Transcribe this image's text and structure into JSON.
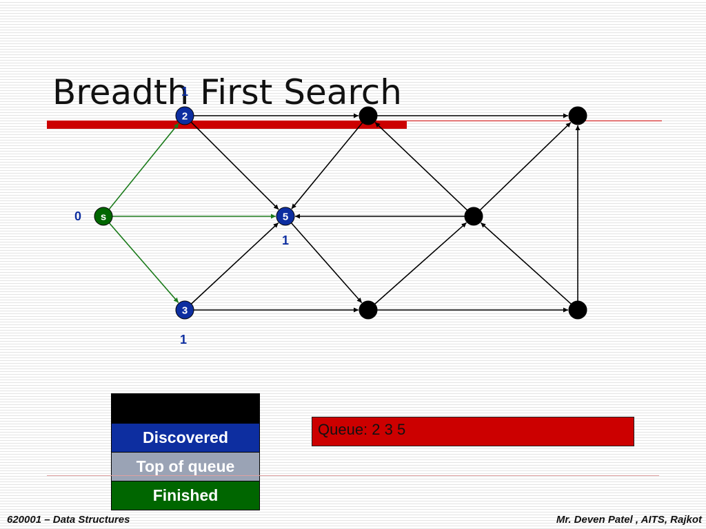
{
  "title": "Breadth First Search",
  "colors": {
    "accent_red": "#cc0000",
    "discovered_blue": "#0d2ea0",
    "top_of_queue_gray": "#9aa3b5",
    "finished_green": "#006600",
    "undiscovered_black": "#000000",
    "tree_edge_green": "#1a7a1a"
  },
  "graph": {
    "nodes": [
      {
        "id": "s",
        "label": "s",
        "distance": "0",
        "state": "finished"
      },
      {
        "id": "2",
        "label": "2",
        "distance": "1",
        "state": "discovered"
      },
      {
        "id": "5",
        "label": "5",
        "distance": "1",
        "state": "discovered"
      },
      {
        "id": "3",
        "label": "3",
        "distance": "1",
        "state": "discovered"
      },
      {
        "id": "a",
        "label": "",
        "distance": "",
        "state": "undiscovered"
      },
      {
        "id": "b",
        "label": "",
        "distance": "",
        "state": "undiscovered"
      },
      {
        "id": "c",
        "label": "",
        "distance": "",
        "state": "undiscovered"
      },
      {
        "id": "d",
        "label": "",
        "distance": "",
        "state": "undiscovered"
      },
      {
        "id": "e",
        "label": "",
        "distance": "",
        "state": "undiscovered"
      }
    ],
    "edges": [
      {
        "from": "s",
        "to": "2",
        "tree": true
      },
      {
        "from": "s",
        "to": "5",
        "tree": true
      },
      {
        "from": "s",
        "to": "3",
        "tree": true
      },
      {
        "from": "2",
        "to": "a",
        "tree": false
      },
      {
        "from": "2",
        "to": "5",
        "tree": false
      },
      {
        "from": "a",
        "to": "b",
        "tree": false
      },
      {
        "from": "a",
        "to": "5",
        "tree": false
      },
      {
        "from": "c",
        "to": "a",
        "tree": false
      },
      {
        "from": "c",
        "to": "b",
        "tree": false
      },
      {
        "from": "c",
        "to": "5",
        "tree": false
      },
      {
        "from": "3",
        "to": "5",
        "tree": false
      },
      {
        "from": "3",
        "to": "d",
        "tree": false
      },
      {
        "from": "5",
        "to": "d",
        "tree": false
      },
      {
        "from": "d",
        "to": "c",
        "tree": false
      },
      {
        "from": "d",
        "to": "e",
        "tree": false
      },
      {
        "from": "e",
        "to": "c",
        "tree": false
      },
      {
        "from": "e",
        "to": "b",
        "tree": false
      }
    ]
  },
  "legend": {
    "items": [
      {
        "label": "",
        "color": "#000000"
      },
      {
        "label": "Discovered",
        "color": "#0d2ea0"
      },
      {
        "label": "Top of queue",
        "color": "#9aa3b5"
      },
      {
        "label": "Finished",
        "color": "#006600"
      }
    ]
  },
  "queue": {
    "text": "Queue: 2 3 5"
  },
  "footer": {
    "left": "620001 – Data Structures",
    "right": "Mr. Deven Patel , AITS, Rajkot"
  }
}
